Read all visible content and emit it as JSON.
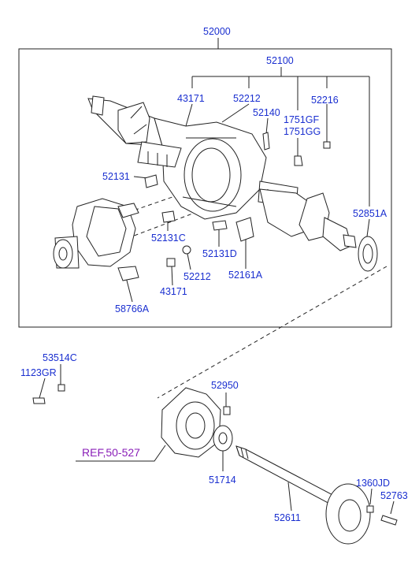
{
  "colors": {
    "part_number": "#1a2fd0",
    "reference": "#8a1fb8",
    "line": "#222222"
  },
  "labels": {
    "assembly": "52000",
    "housing": "52100",
    "p43171_top": "43171",
    "p52212_top": "52212",
    "p52216": "52216",
    "p52140": "52140",
    "p1751GF": "1751GF",
    "p1751GG": "1751GG",
    "p52131": "52131",
    "p52851A": "52851A",
    "p52131C": "52131C",
    "p52131D": "52131D",
    "p52212_bottom": "52212",
    "p52161A": "52161A",
    "p43171_bottom": "43171",
    "p58766A": "58766A",
    "p53514C": "53514C",
    "p1123GR": "1123GR",
    "p52950": "52950",
    "ref": "REF,50-527",
    "p51714": "51714",
    "p52611": "52611",
    "p1360JD": "1360JD",
    "p52763": "52763"
  }
}
